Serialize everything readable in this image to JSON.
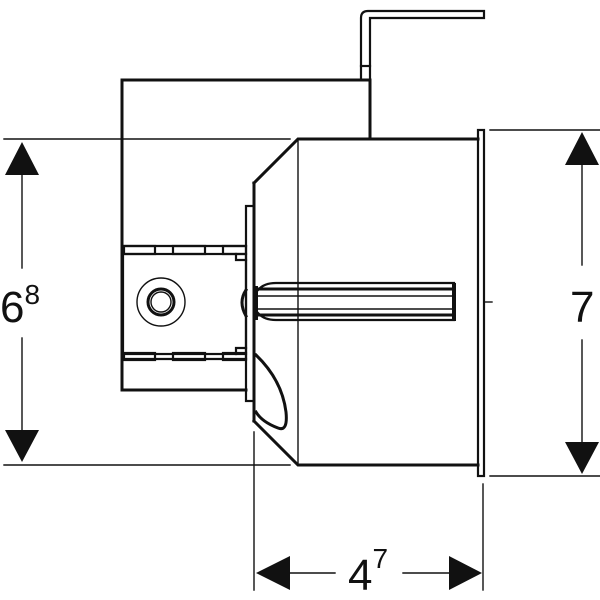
{
  "drawing": {
    "subject": "flush-mounted box with mounting bracket, side view",
    "units": "cm",
    "line_color": "#111111",
    "background_color": "#ffffff"
  },
  "dimensions": {
    "left_height": {
      "main": "6",
      "sup": "8",
      "value": 6.8
    },
    "right_height": {
      "main": "7",
      "sup": "",
      "value": 7
    },
    "bottom_depth": {
      "main": "4",
      "sup": "7",
      "value": 4.7
    }
  }
}
